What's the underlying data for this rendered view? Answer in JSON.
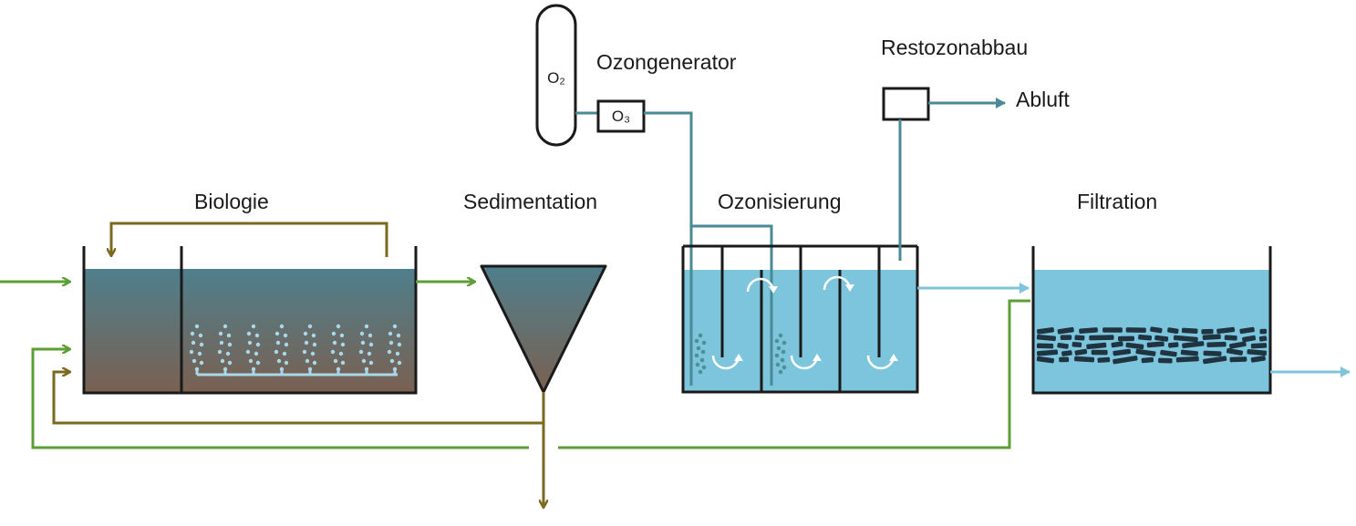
{
  "labels": {
    "biologie": "Biologie",
    "sedimentation": "Sedimentation",
    "ozonisierung": "Ozonisierung",
    "filtration": "Filtration",
    "ozongenerator": "Ozongenerator",
    "restozonabbau": "Restozonabbau",
    "abluft": "Abluft",
    "o2": "O₂",
    "o3": "O₃"
  },
  "colors": {
    "influent_green": "#5d9e35",
    "sludge_olive": "#7a6a1e",
    "ozone_line": "#4a8a96",
    "effluent_blue": "#7ec4da",
    "water_blue": "#7cc5dc",
    "tank_outline": "#1a1a1a",
    "bio_water_top": "#4f7f8c",
    "bio_water_bottom": "#7a6051",
    "bubble": "#a8d8ea",
    "filter_media": "#1f3340"
  }
}
